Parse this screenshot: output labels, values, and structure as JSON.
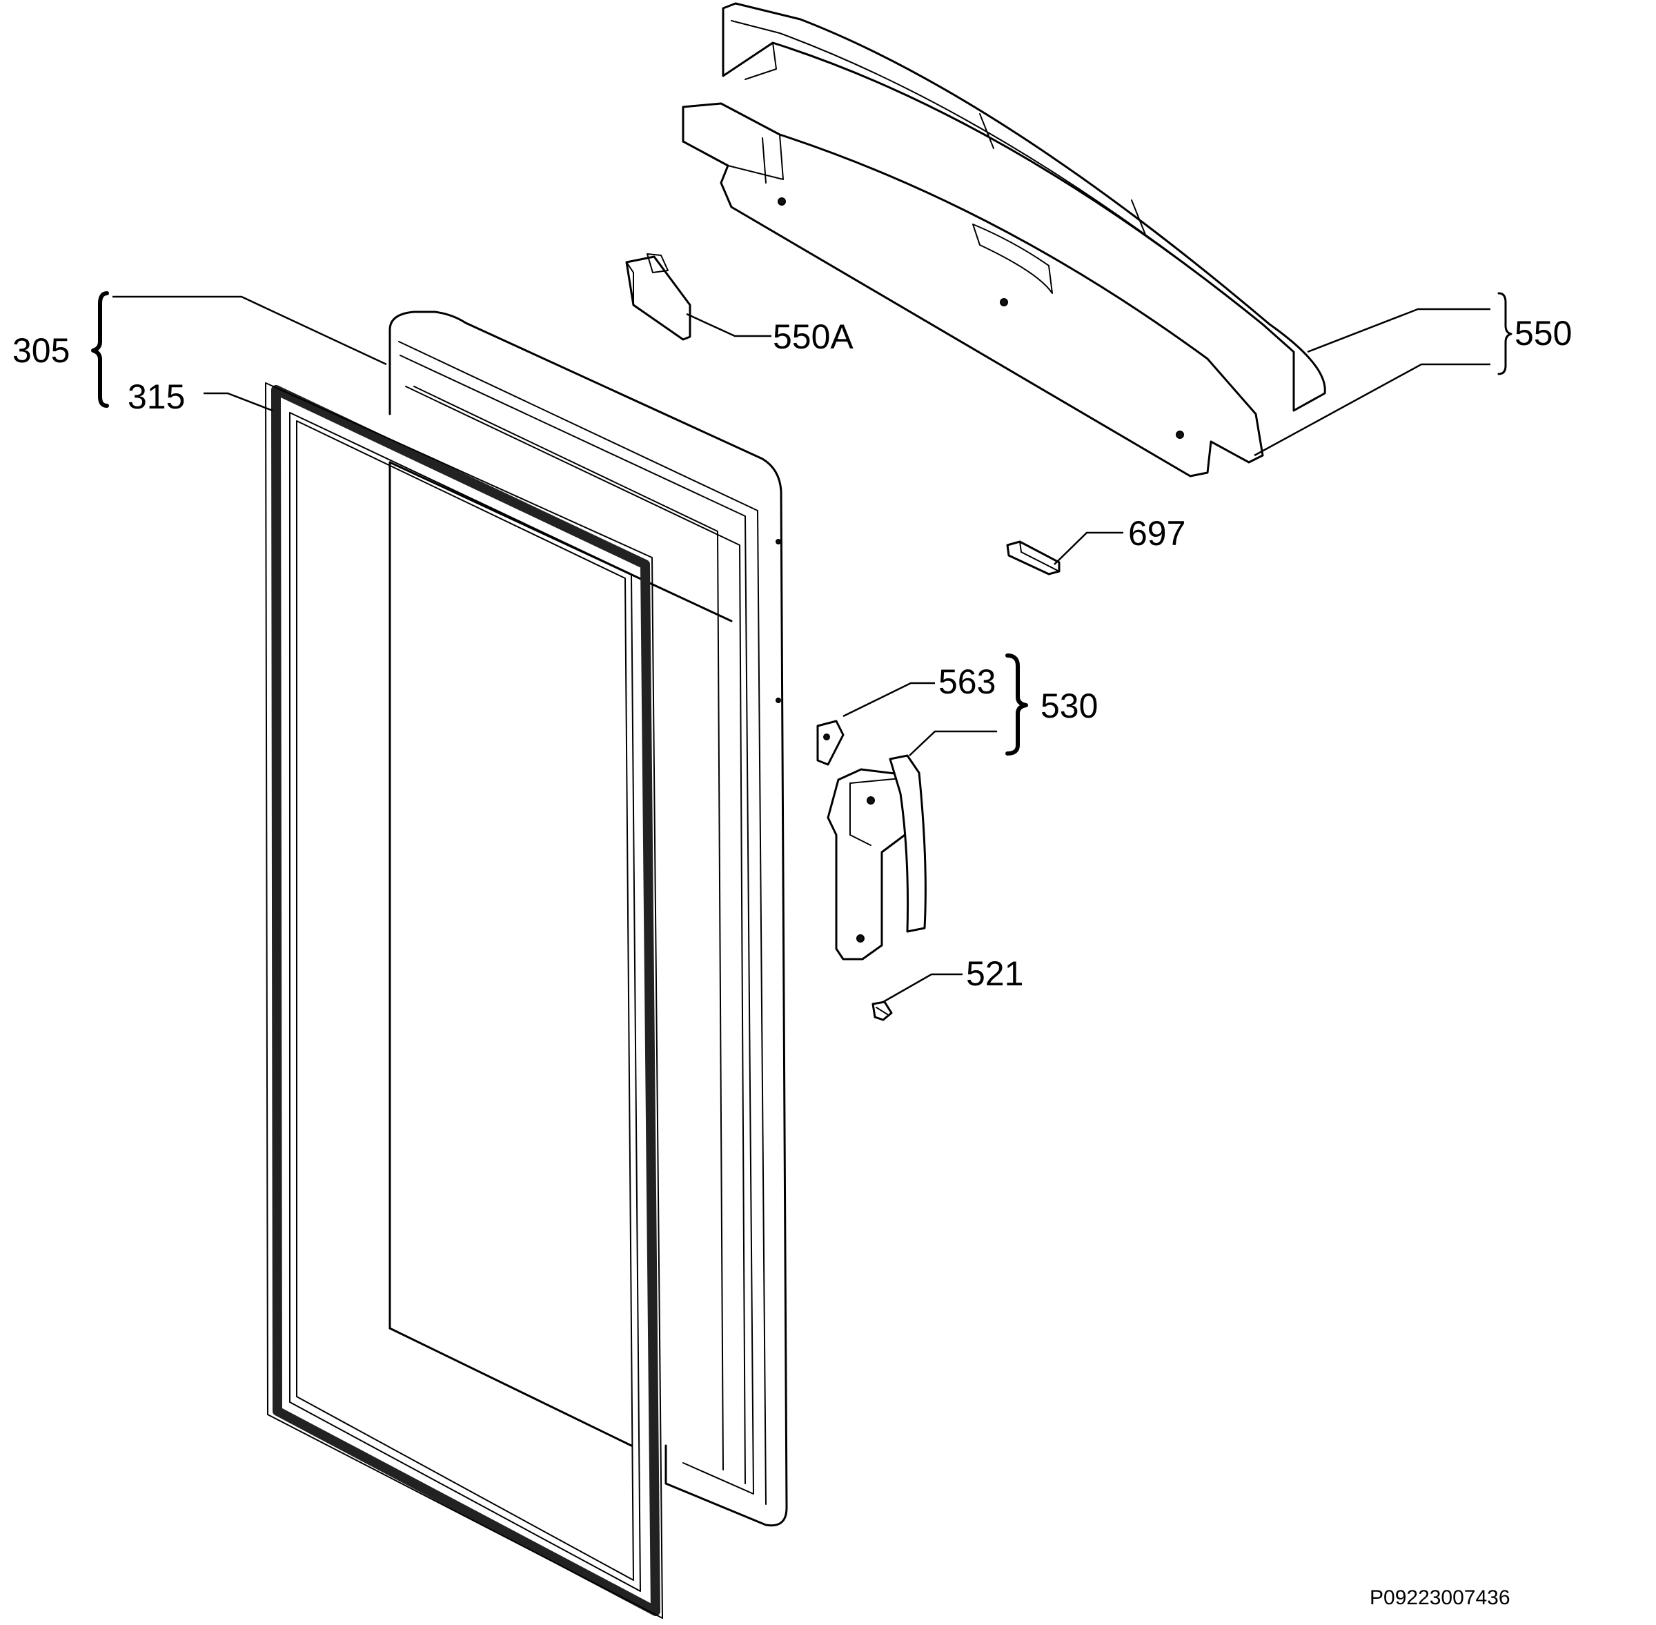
{
  "labels": {
    "door_assembly": "305",
    "door_gasket": "315",
    "hinge_cover_insert": "550A",
    "hinge_cover_assembly": "550",
    "clip": "697",
    "handle_cap": "563",
    "handle_assembly": "530",
    "screw": "521"
  },
  "reference_code": "P09223007436"
}
